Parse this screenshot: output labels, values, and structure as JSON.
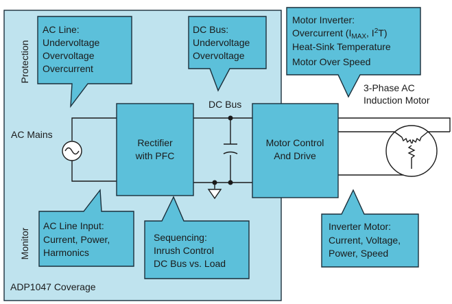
{
  "colors": {
    "coverage_fill": "#bfe3ee",
    "block_fill": "#5cc0da",
    "callout_fill": "#5cc0da",
    "stroke": "#1a2e3a",
    "wire": "#1a1a1a"
  },
  "side_labels": {
    "protection": "Protection",
    "monitor": "Monitor"
  },
  "coverage_label": "ADP1047 Coverage",
  "ac_mains_label": "AC Mains",
  "dc_bus_label": "DC Bus",
  "motor_label": [
    "3-Phase AC",
    "Induction Motor"
  ],
  "blocks": {
    "rectifier": [
      "Rectifier",
      "with PFC"
    ],
    "motor_control": [
      "Motor Control",
      "And Drive"
    ]
  },
  "callouts": {
    "ac_line": [
      "AC Line:",
      "Undervoltage",
      "Overvoltage",
      "Overcurrent"
    ],
    "dc_bus": [
      "DC Bus:",
      "Undervoltage",
      "Overvoltage"
    ],
    "motor_inverter": {
      "line1": "Motor Inverter:",
      "line2_prefix": "Overcurrent (I",
      "line2_sub": "MAX",
      "line2_mid": ", I",
      "line2_sup": "2",
      "line2_suffix": "T)",
      "line3": "Heat-Sink Temperature",
      "line4": "Motor Over Speed"
    },
    "ac_line_input": [
      "AC Line Input:",
      "Current, Power,",
      "Harmonics"
    ],
    "sequencing": [
      "Sequencing:",
      "Inrush Control",
      "DC Bus vs. Load"
    ],
    "inverter_motor": [
      "Inverter Motor:",
      "Current, Voltage,",
      "Power, Speed"
    ]
  },
  "icons": {
    "ac_source": "ac-sine-source-icon",
    "capacitor": "capacitor-icon",
    "ground": "ground-icon",
    "motor": "motor-windings-icon"
  }
}
